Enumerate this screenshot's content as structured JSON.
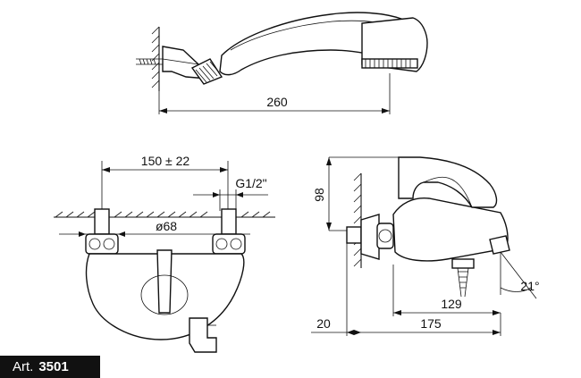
{
  "top_view": {
    "length_label": "260"
  },
  "front_view": {
    "spacing_label": "150 ± 22",
    "thread_label": "G1/2\"",
    "diameter_label": "ø68"
  },
  "side_view": {
    "height_label": "98",
    "depth_label": "20",
    "spout_label": "129",
    "total_label": "175",
    "angle_label": "21°"
  },
  "article": {
    "prefix": "Art.",
    "number": "3501"
  }
}
